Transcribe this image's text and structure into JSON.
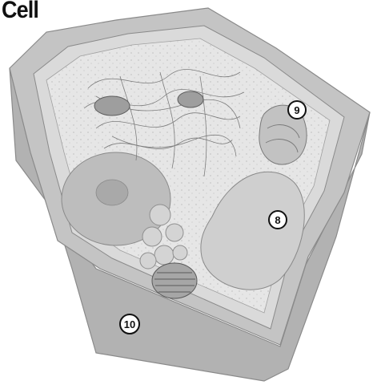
{
  "title": "Cell",
  "labels": [
    {
      "id": "9",
      "text": "9"
    },
    {
      "id": "8",
      "text": "8"
    },
    {
      "id": "10",
      "text": "10"
    }
  ],
  "colors": {
    "wall_top": "#c4c4c4",
    "wall_side": "#b2b2b2",
    "membrane": "#dadada",
    "cytoplasm": "#e6e6e6",
    "nucleus": "#bdbdbd",
    "vacuole": "#cfcfcf",
    "outline": "#8a8a8a",
    "marker_fill": "#ffffff",
    "marker_stroke": "#111111"
  }
}
